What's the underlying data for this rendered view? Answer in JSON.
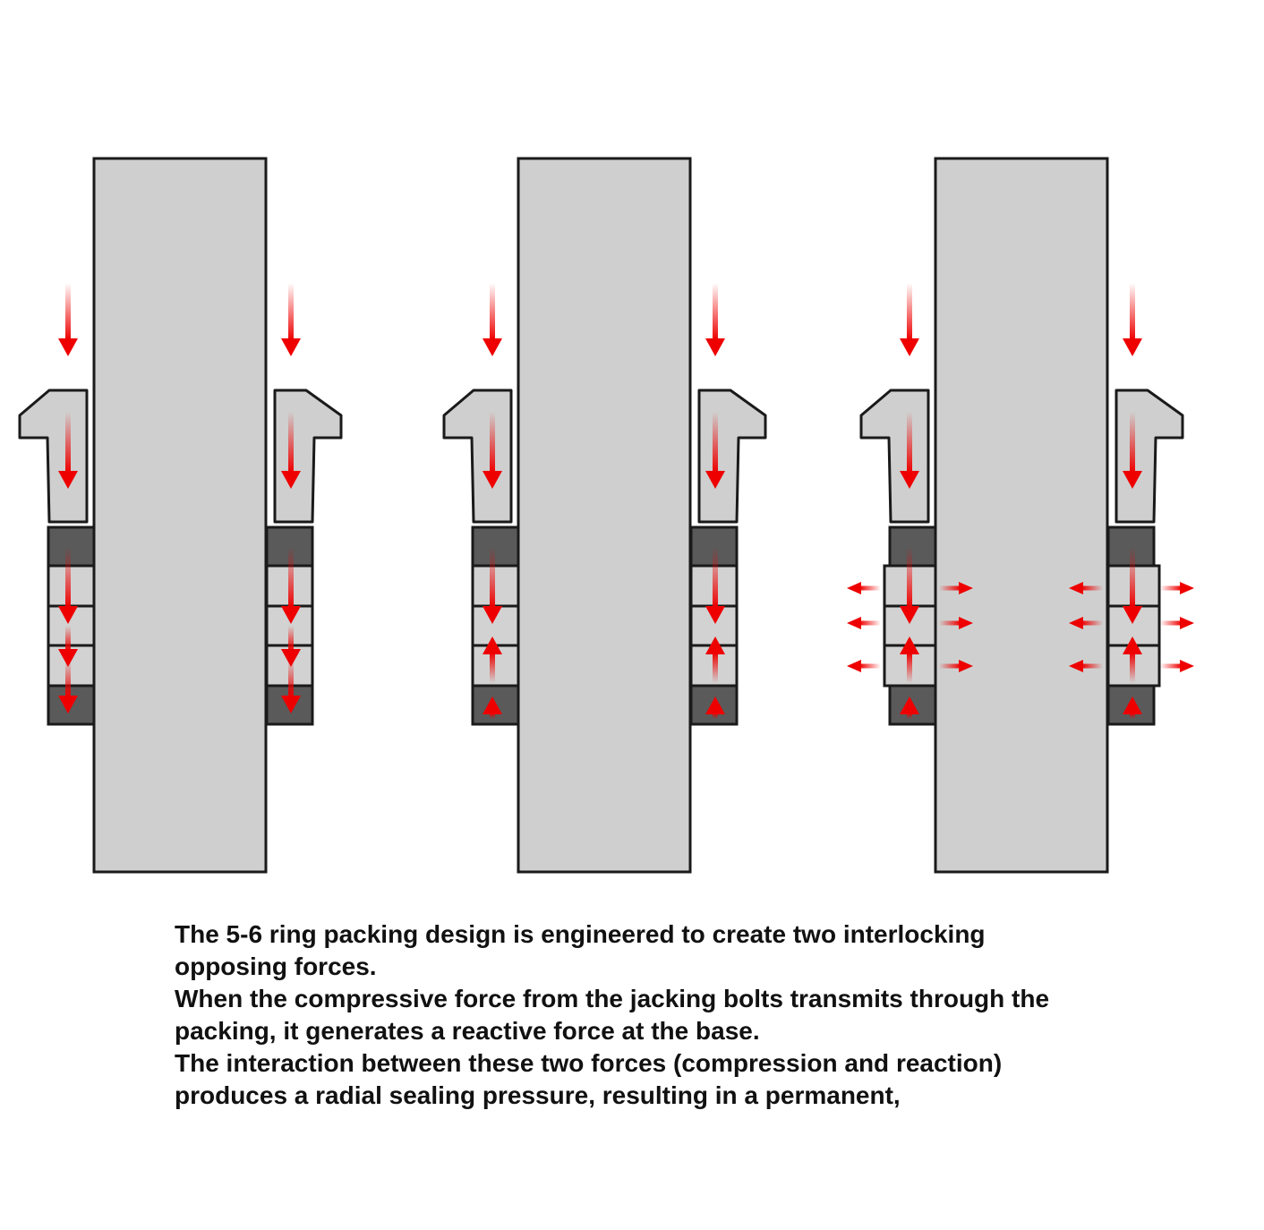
{
  "diagram": {
    "panels": [
      {
        "id": "panel-1",
        "stage": "compression",
        "bottom_arrows": "down",
        "radial_arrows": false
      },
      {
        "id": "panel-2",
        "stage": "reaction",
        "bottom_arrows": "up",
        "radial_arrows": false
      },
      {
        "id": "panel-3",
        "stage": "radial-sealing",
        "bottom_arrows": "up",
        "radial_arrows": true
      }
    ],
    "colors": {
      "shaft": "#cfcfcf",
      "gland": "#cfcfcf",
      "packing_ring": "#d2d2d2",
      "end_ring": "#5a5a5a",
      "outline": "#1a1a1a",
      "force_arrow": "#ee0000"
    }
  },
  "caption": {
    "lines": [
      "The 5-6 ring packing design is engineered to create two interlocking opposing forces.",
      "When the compressive force from the jacking bolts transmits through the packing, it generates a reactive force at the base.",
      "The interaction between these two forces (compression and reaction) produces a radial sealing pressure, resulting in a permanent,"
    ]
  }
}
